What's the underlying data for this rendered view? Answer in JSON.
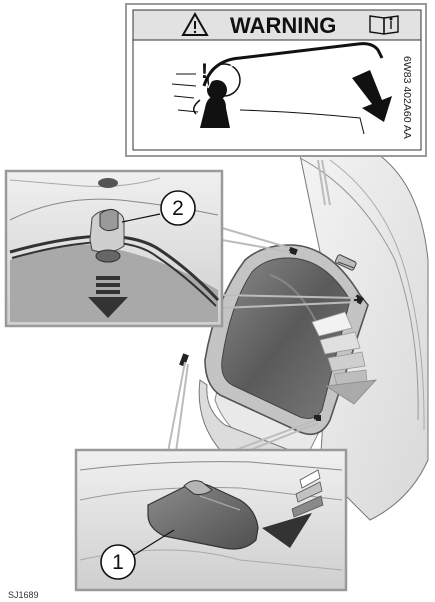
{
  "warning_label": {
    "title": "WARNING",
    "part_code": "6W83 402A60 AA",
    "alert_icon": "warning-triangle-icon",
    "manual_icon": "manual-book-icon",
    "exclamation": "!"
  },
  "callouts": {
    "callout_1": "1",
    "callout_2": "2"
  },
  "figure_ref": "SJ1689",
  "colors": {
    "panel_border": "#9a9a9a",
    "warning_header_bg": "#e2e2e2",
    "glass": "#6b6b6b",
    "arrow_dark": "#333333"
  }
}
